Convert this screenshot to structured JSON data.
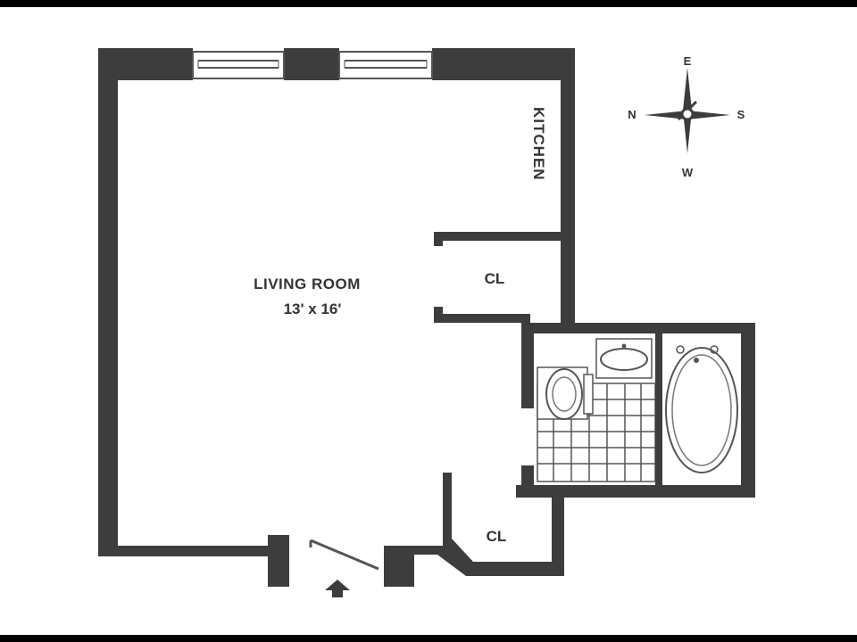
{
  "colors": {
    "background": "#ffffff",
    "letterbox": "#000000",
    "wall": "#3d3d3d",
    "fixture": "#555555"
  },
  "rooms": {
    "living_room": {
      "name": "LIVING ROOM",
      "dimensions": "13' x 16'"
    },
    "kitchen": {
      "name": "KITCHEN"
    },
    "closet_upper": {
      "name": "CL"
    },
    "closet_lower": {
      "name": "CL"
    },
    "bathroom": {
      "name": ""
    }
  },
  "compass": {
    "north": "N",
    "south": "S",
    "east": "E",
    "west": "W"
  },
  "entry_marker": {
    "icon": "entry-arrow-icon"
  }
}
